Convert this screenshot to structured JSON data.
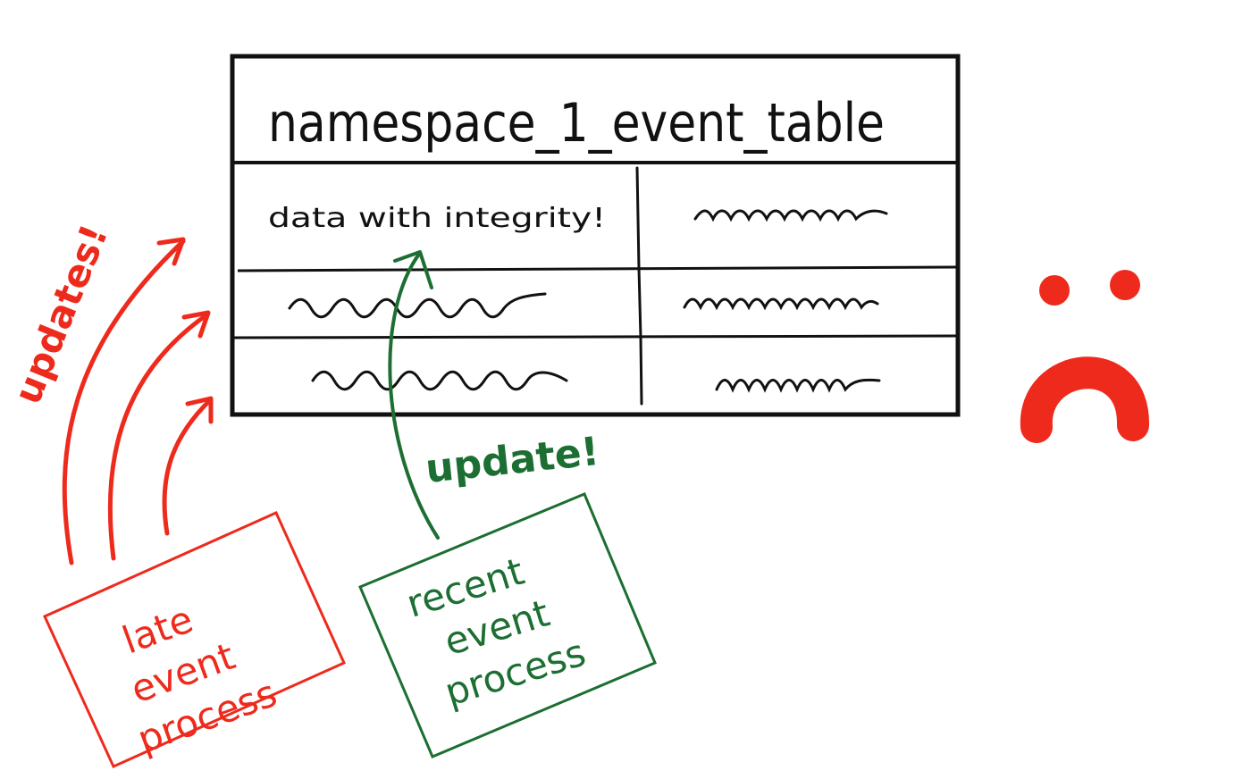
{
  "colors": {
    "ink": "#111111",
    "late": "#ee2a1c",
    "recent": "#1c6e32",
    "sad_face": "#ee2a1c"
  },
  "table": {
    "title": "namespace_1_event_table",
    "cell_text": "data with integrity!"
  },
  "late_process": {
    "lines": [
      "late",
      "event",
      "process"
    ],
    "arrow_label": "updates!"
  },
  "recent_process": {
    "lines": [
      "recent",
      "event",
      "process"
    ],
    "arrow_label": "update!"
  },
  "icons": {
    "sad_face": "sad-face-icon"
  }
}
